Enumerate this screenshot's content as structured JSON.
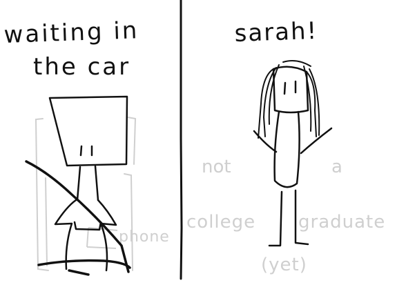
{
  "panels": {
    "left": {
      "caption_line1": "waiting in",
      "caption_line2": "the car",
      "faint_label": "phone"
    },
    "right": {
      "caption": "sarah!",
      "faint_words": {
        "not": "not",
        "a": "a",
        "college": "college",
        "graduate": "graduate",
        "yet": "(yet)"
      }
    }
  },
  "colors": {
    "ink": "#111111",
    "faint": "#cfcfcf"
  }
}
